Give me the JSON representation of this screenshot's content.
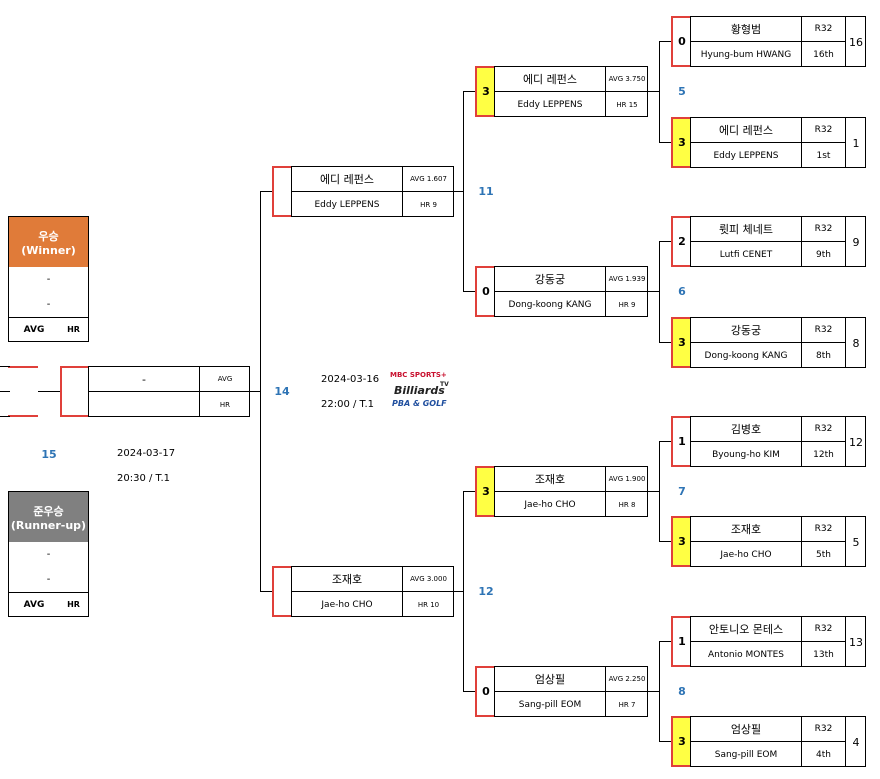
{
  "round16": [
    {
      "score": "0",
      "ko": "황형범",
      "en": "Hyung-bum HWANG",
      "tag": "R32",
      "rank": "16th",
      "seed": "16",
      "win": false
    },
    {
      "score": "3",
      "ko": "에디 레펀스",
      "en": "Eddy LEPPENS",
      "tag": "R32",
      "rank": "1st",
      "seed": "1",
      "win": true
    },
    {
      "score": "2",
      "ko": "륏피 체네트",
      "en": "Lutfi CENET",
      "tag": "R32",
      "rank": "9th",
      "seed": "9",
      "win": false
    },
    {
      "score": "3",
      "ko": "강동궁",
      "en": "Dong-koong KANG",
      "tag": "R32",
      "rank": "8th",
      "seed": "8",
      "win": true
    },
    {
      "score": "1",
      "ko": "김병호",
      "en": "Byoung-ho KIM",
      "tag": "R32",
      "rank": "12th",
      "seed": "12",
      "win": false
    },
    {
      "score": "3",
      "ko": "조재호",
      "en": "Jae-ho CHO",
      "tag": "R32",
      "rank": "5th",
      "seed": "5",
      "win": true
    },
    {
      "score": "1",
      "ko": "안토니오 몬테스",
      "en": "Antonio MONTES",
      "tag": "R32",
      "rank": "13th",
      "seed": "13",
      "win": false
    },
    {
      "score": "3",
      "ko": "엄상필",
      "en": "Sang-pill EOM",
      "tag": "R32",
      "rank": "4th",
      "seed": "4",
      "win": true
    }
  ],
  "quarter": [
    {
      "score": "3",
      "ko": "에디 레펀스",
      "en": "Eddy LEPPENS",
      "avg": "AVG 3.750",
      "hr": "HR 15",
      "win": true
    },
    {
      "score": "0",
      "ko": "강동궁",
      "en": "Dong-koong KANG",
      "avg": "AVG 1.939",
      "hr": "HR 9",
      "win": false
    },
    {
      "score": "3",
      "ko": "조재호",
      "en": "Jae-ho CHO",
      "avg": "AVG 1.900",
      "hr": "HR 8",
      "win": true
    },
    {
      "score": "0",
      "ko": "엄상필",
      "en": "Sang-pill EOM",
      "avg": "AVG 2.250",
      "hr": "HR 7",
      "win": false
    }
  ],
  "quarter_match_numbers": [
    "5",
    "6",
    "7",
    "8"
  ],
  "semi": [
    {
      "ko": "에디 레펀스",
      "en": "Eddy LEPPENS",
      "avg": "AVG 1.607",
      "hr": "HR 9"
    },
    {
      "ko": "조재호",
      "en": "Jae-ho CHO",
      "avg": "AVG 3.000",
      "hr": "HR 10"
    }
  ],
  "semi_match_numbers": [
    "11",
    "12"
  ],
  "final_match": {
    "number": "14",
    "date": "2024-03-16",
    "time": "22:00 /  T.1",
    "name": "-",
    "avg": "AVG",
    "hr": "HR"
  },
  "grand_final": {
    "number": "15",
    "date": "2024-03-17",
    "time": "20:30 /  T.1"
  },
  "broadcaster": {
    "line1": "MBC SPORTS+",
    "line2": "Billiards",
    "tv": "TV",
    "line3": "PBA & GOLF"
  },
  "winner": {
    "title": "우승",
    "subtitle": "(Winner)",
    "row1": "-",
    "row2": "-",
    "avg": "AVG",
    "hr": "HR",
    "color": "#e07b39"
  },
  "runner_up": {
    "title": "준우승",
    "subtitle": "(Runner-up)",
    "row1": "-",
    "row2": "-",
    "avg": "AVG",
    "hr": "HR",
    "color": "#808080"
  },
  "colors": {
    "winner_score": "#ffff44",
    "red": "#e0403a",
    "match_number": "#2e74b5"
  }
}
